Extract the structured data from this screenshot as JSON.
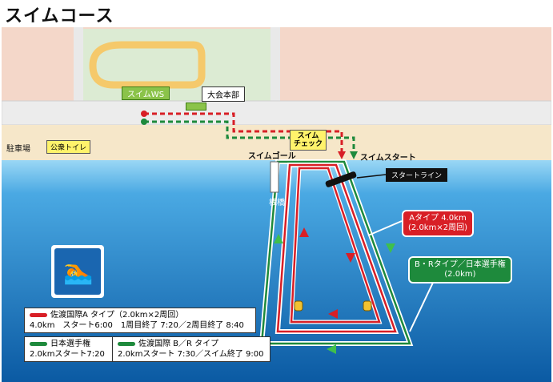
{
  "title": "スイムコース",
  "labels": {
    "swim_ws": "スイムWS",
    "hq": "大会本部",
    "parking": "駐車場",
    "toilet": "公衆トイレ",
    "swim_check": "スイム\nチェック",
    "swim_goal": "スイムゴール",
    "swim_start": "スイムスタート",
    "pier": "桟橋",
    "start_line": "スタートライン"
  },
  "callouts": {
    "a_type": "Aタイプ 4.0km\n(2.0km×2周回)",
    "br_type": "B・Rタイプ／日本選手権\n(2.0km)"
  },
  "legend": {
    "a": {
      "line1": "佐渡国際A タイプ（2.0km×2周回）",
      "line2": "4.0km　スタート6:00　1周目終了 7:20／2周目終了 8:40",
      "color": "#d81f26"
    },
    "jp": {
      "line1": "日本選手権",
      "line2": "2.0kmスタート7:20",
      "color": "#1e8a3c"
    },
    "br": {
      "line1": "佐渡国際 B／R タイプ",
      "line2": "2.0kmスタート 7:30／スイム終了 9:00",
      "color": "#1e8a3c"
    }
  },
  "icons": [
    "swim-icon"
  ],
  "colors": {
    "sea_top": "#6fc3f0",
    "sea_bottom": "#0d5fa8",
    "land": "#f4d7c9",
    "road": "#e8e8e8",
    "red": "#d81f26",
    "green": "#1e8a3c"
  }
}
